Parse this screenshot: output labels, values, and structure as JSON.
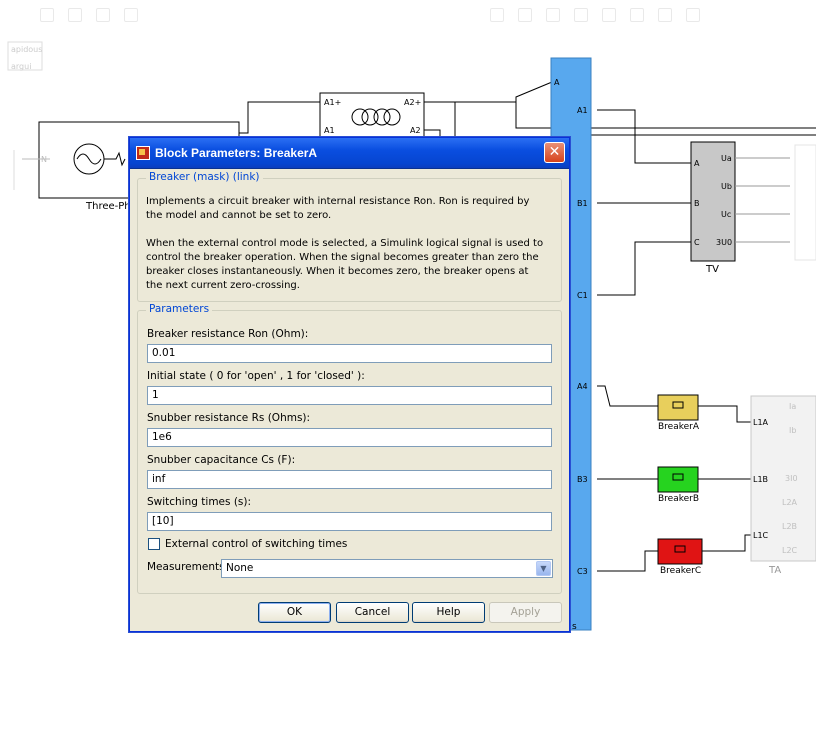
{
  "dialog": {
    "title": "Block Parameters: BreakerA",
    "close_label": "✕",
    "mask_legend": "Breaker (mask) (link)",
    "description_1": "Implements a circuit breaker with internal resistance Ron. Ron is required by the model  and cannot be set to zero.",
    "description_2": "When the external control mode is selected, a Simulink  logical signal is used to control the breaker operation.  When  the signal becomes greater than zero the breaker closes instantaneously.  When it becomes zero, the breaker opens at the next current zero-crossing.",
    "params_legend": "Parameters",
    "fields": [
      {
        "label": "Breaker resistance Ron (Ohm):",
        "value": "0.01"
      },
      {
        "label": "Initial state ( 0 for 'open' , 1 for 'closed' ):",
        "value": "1"
      },
      {
        "label": "Snubber resistance Rs (Ohms):",
        "value": "1e6"
      },
      {
        "label": "Snubber capacitance Cs (F):",
        "value": "inf"
      },
      {
        "label": "Switching times (s):",
        "value": "[10]"
      }
    ],
    "checkbox_label": "External control of switching times",
    "checkbox_checked": false,
    "measurements_label": "Measurements",
    "measurements_value": "None",
    "buttons": {
      "ok": "OK",
      "cancel": "Cancel",
      "help": "Help",
      "apply": "Apply"
    }
  },
  "diagram": {
    "source_label": "Three-Ph",
    "source_port": "N",
    "transformer_ports": [
      "A1+",
      "A1",
      "A2+",
      "A2"
    ],
    "bus_ports_left": [
      "A"
    ],
    "bus_ports": [
      "A1",
      "B1",
      "C1",
      "A4",
      "B3",
      "C3"
    ],
    "bus_label": "s",
    "tv": {
      "label": "TV",
      "inputs": [
        "A",
        "B",
        "C"
      ],
      "outputs": [
        "Ua",
        "Ub",
        "Uc",
        "3U0"
      ]
    },
    "breakers": [
      {
        "label": "BreakerA",
        "color": "#e8cf5c"
      },
      {
        "label": "BreakerB",
        "color": "#26d31f"
      },
      {
        "label": "BreakerC",
        "color": "#e01414"
      }
    ],
    "ta": {
      "label": "TA",
      "inputs": [
        "L1A",
        "L1B",
        "L1C"
      ],
      "outputs": [
        "Ia",
        "Ib",
        "3I0",
        "L2A",
        "L2B",
        "L2C"
      ]
    },
    "ghost_block_top": "apidous",
    "ghost_block_bottom": "argui",
    "bus_color": "#58a8ee"
  }
}
